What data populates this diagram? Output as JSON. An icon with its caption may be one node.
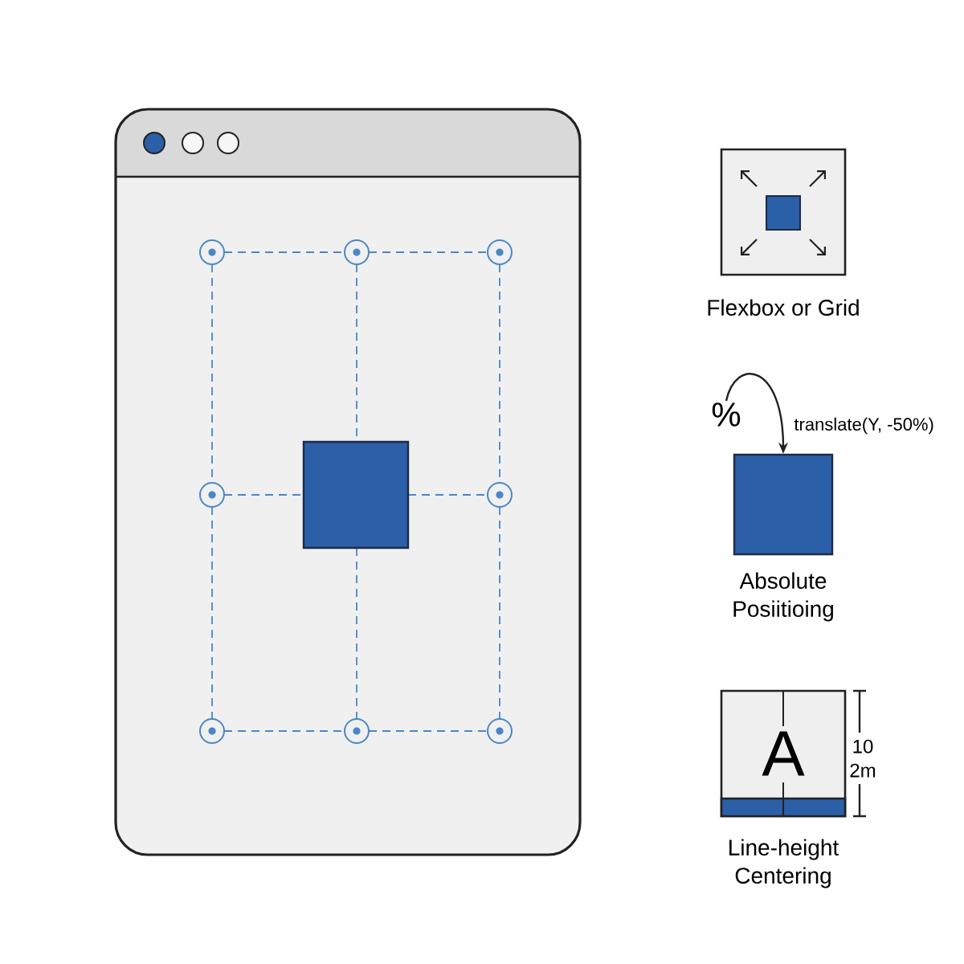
{
  "diagram": {
    "nodes": [
      {
        "text": [],
        "shape": "box"
      },
      {
        "text": [],
        "shape": "box",
        "beside": [
          "Flexbox or Grid"
        ]
      },
      {
        "text": [
          "%"
        ]
      },
      {
        "text": [],
        "shape": "box",
        "beside": [
          "Absolute Posiitioing"
        ]
      },
      {
        "text": [
          "A"
        ],
        "beside": [
          "Line-height Centering"
        ]
      }
    ],
    "edges": [
      {
        "from": 2,
        "to": 3,
        "arrow": "to",
        "label": "translate(Y, -50%)"
      }
    ],
    "labels": [
      "10 2m"
    ]
  }
}
